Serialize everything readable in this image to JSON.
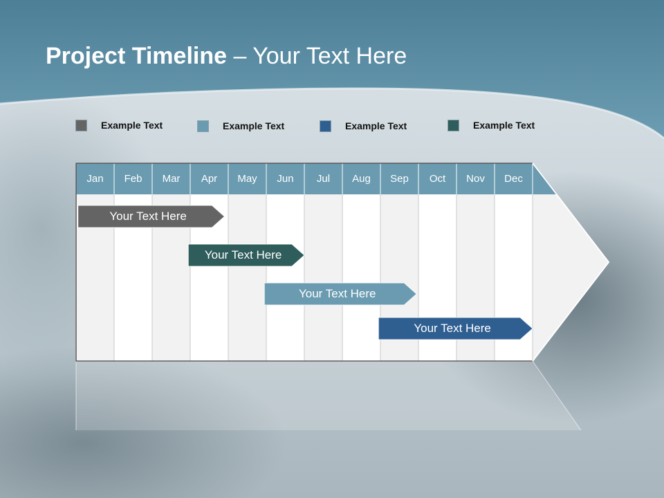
{
  "title": {
    "strong": "Project Timeline",
    "light": " – Your Text Here"
  },
  "colors": {
    "dark_gray": "#646464",
    "light_blue": "#6a9bb0",
    "blue": "#2f5f91",
    "teal": "#2f5d5b",
    "month_header": "#6a9bb0",
    "header_band": "#5b8ca3"
  },
  "legend": [
    {
      "label": "Example Text",
      "color": "#646464"
    },
    {
      "label": "Example Text",
      "color": "#6a9bb0"
    },
    {
      "label": "Example Text",
      "color": "#2f5f91"
    },
    {
      "label": "Example Text",
      "color": "#2f5d5b"
    }
  ],
  "months": [
    "Jan",
    "Feb",
    "Mar",
    "Apr",
    "May",
    "Jun",
    "Jul",
    "Aug",
    "Sep",
    "Oct",
    "Nov",
    "Dec"
  ],
  "tasks": [
    {
      "label": "Your  Text Here",
      "color": "#646464",
      "start": 0.05,
      "end": 3.9
    },
    {
      "label": "Your  Text Here",
      "color": "#2f5d5b",
      "start": 2.95,
      "end": 6.0
    },
    {
      "label": "Your  Text Here",
      "color": "#6a9bb0",
      "start": 4.95,
      "end": 8.95
    },
    {
      "label": "Your  Text Here",
      "color": "#2f5f91",
      "start": 7.95,
      "end": 12.0
    }
  ]
}
